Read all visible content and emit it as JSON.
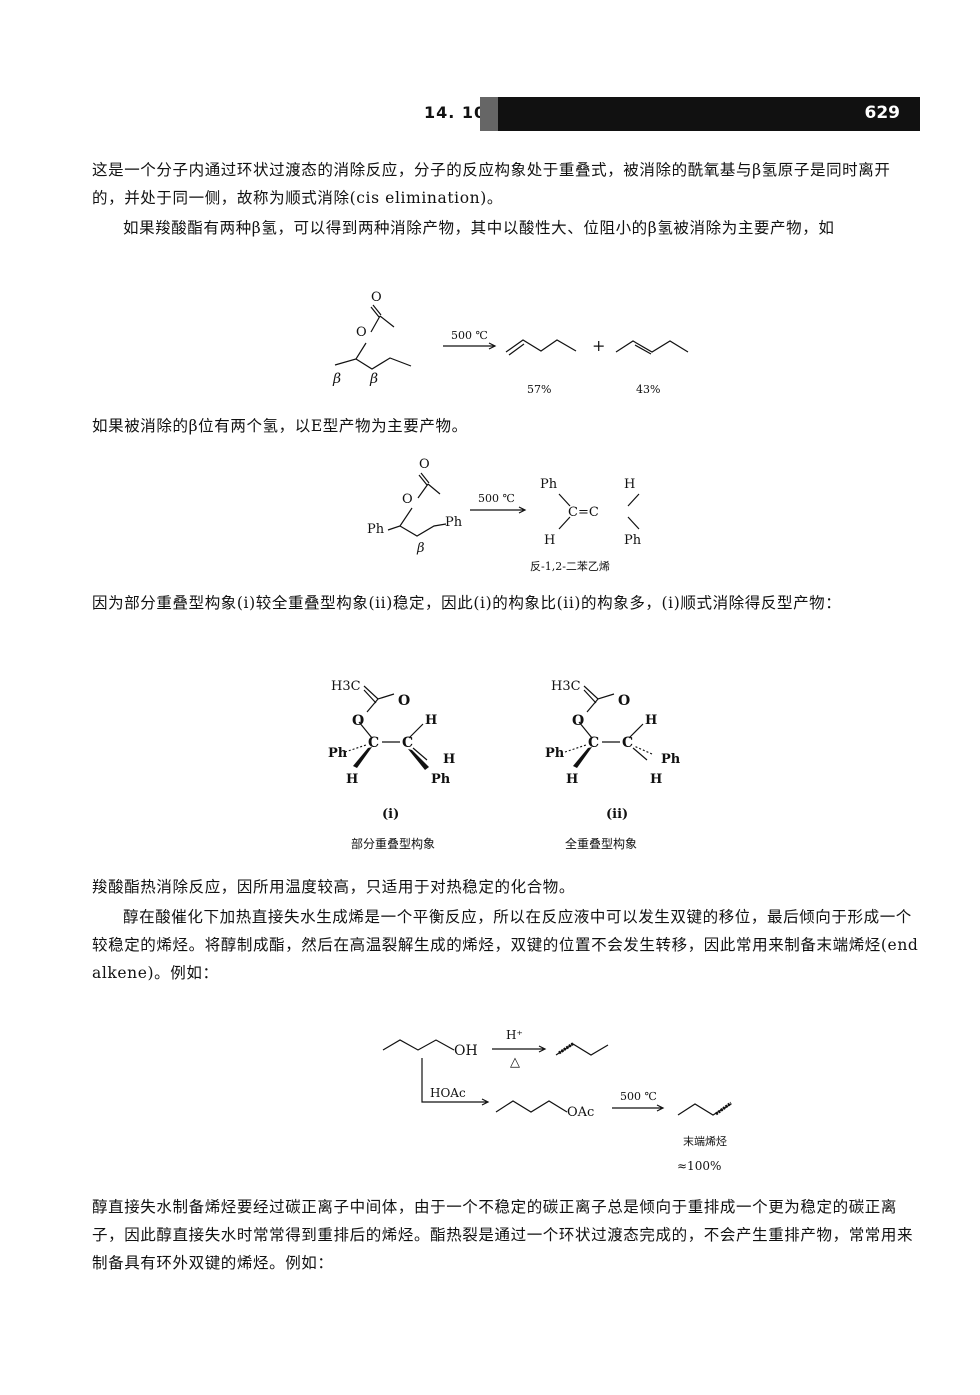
{
  "header": {
    "section": "14. 10",
    "page": "629"
  },
  "paragraphs": {
    "p1": "这是一个分子内通过环状过渡态的消除反应，分子的反应构象处于重叠式，被消除的酰氧基与β氢原子是同时离开的，并处于同一侧，故称为顺式消除(cis elimination)。",
    "p2": "如果羧酸酯有两种β氢，可以得到两种消除产物，其中以酸性大、位阻小的β氢被消除为主要产物，如",
    "p3": "如果被消除的β位有两个氢，以E型产物为主要产物。",
    "p4": "因为部分重叠型构象(i)较全重叠型构象(ii)稳定，因此(i)的构象比(ii)的构象多，(i)顺式消除得反型产物：",
    "p5": "羧酸酯热消除反应，因所用温度较高，只适用于对热稳定的化合物。",
    "p6": "醇在酸催化下加热直接失水生成烯是一个平衡反应，所以在反应液中可以发生双键的移位，最后倾向于形成一个较稳定的烯烃。将醇制成酯，然后在高温裂解生成的烯烃，双键的位置不会发生转移，因此常用来制备末端烯烃(end alkene)。例如：",
    "p7": "醇直接失水制备烯烃要经过碳正离子中间体，由于一个不稳定的碳正离子总是倾向于重排成一个更为稳定的碳正离子，因此醇直接失水时常常得到重排后的烯烃。酯热裂是通过一个环状过渡态完成的，不会产生重排产物，常常用来制备具有环外双键的烯烃。例如："
  },
  "scheme1": {
    "o": "O",
    "beta": "β",
    "cond": "500 ℃",
    "plus": "+",
    "yield1": "57%",
    "yield2": "43%"
  },
  "scheme2": {
    "o": "O",
    "ph": "Ph",
    "h": "H",
    "beta": "β",
    "cond": "500 ℃",
    "cc": "C=C",
    "caption": "反-1,2-二苯乙烯"
  },
  "scheme3": {
    "h3c": "H3C",
    "o": "O",
    "c": "C",
    "h": "H",
    "ph": "Ph",
    "label_i": "(i)",
    "label_ii": "(ii)",
    "cap_i": "部分重叠型构象",
    "cap_ii": "全重叠型构象"
  },
  "scheme4": {
    "oh": "OH",
    "hplus": "H⁺",
    "delta": "△",
    "hoac": "HOAc",
    "oac": "OAc",
    "cond": "500 ℃",
    "caption": "末端烯烃",
    "yield": "≈100%"
  }
}
